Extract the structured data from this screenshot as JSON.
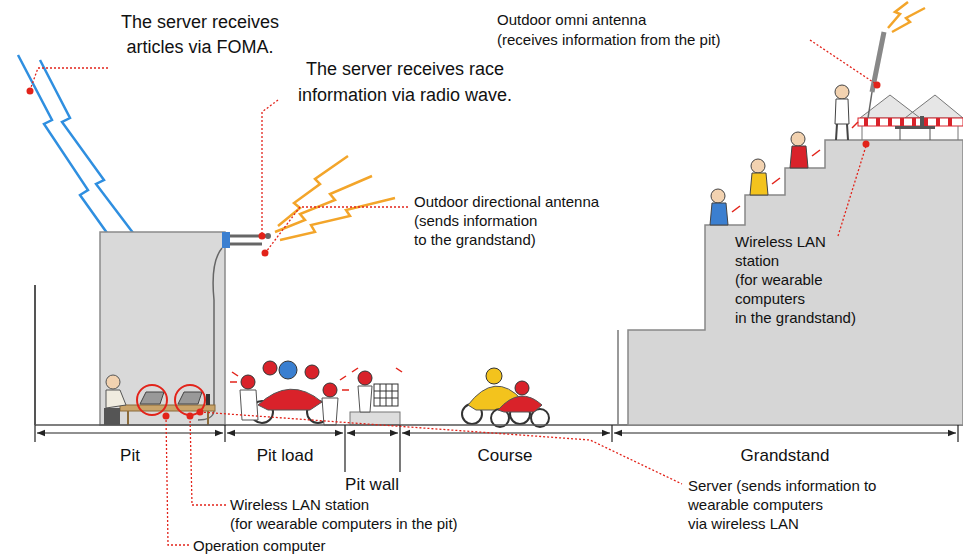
{
  "diagram": {
    "labels": [
      "The server receives articles via FOMA.",
      "Outdoor omni antenna (receives information from the pit)",
      "The server receives race information via radio wave.",
      "Outdoor directional antenna (sends information to the grandstand)",
      "Wireless LAN station (for wearable computers in the grandstand)",
      "Pit",
      "Pit load",
      "Course",
      "Grandstand",
      "Pit wall",
      "Server (sends information to wearable computers via wireless LAN",
      "Wireless LAN station (for wearable computers in the pit)",
      "Operation computer"
    ]
  }
}
